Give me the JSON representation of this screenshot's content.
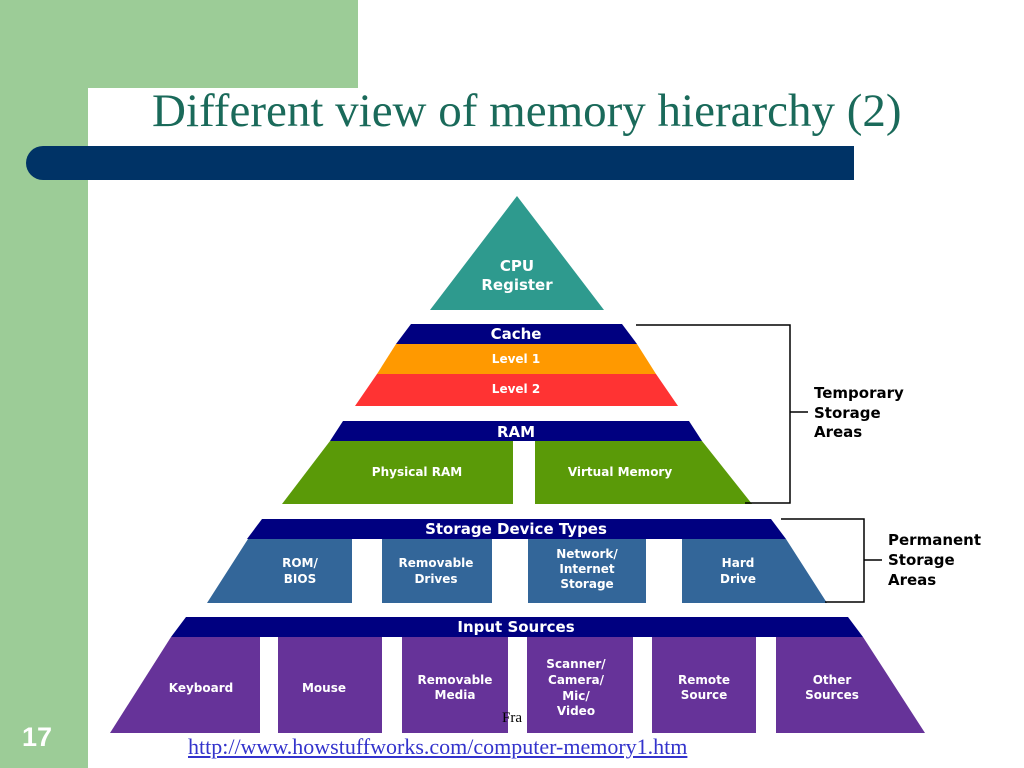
{
  "title": "Different view of memory hierarchy (2)",
  "page_number": "17",
  "footer": {
    "link": "http://www.howstuffworks.com/computer-memory1.htm",
    "fragment": "Fra"
  },
  "pyramid": {
    "cpu": {
      "line1": "CPU",
      "line2": "Register"
    },
    "cache": {
      "header": "Cache",
      "level1": "Level 1",
      "level2": "Level 2"
    },
    "ram": {
      "header": "RAM",
      "physical": "Physical RAM",
      "virtual": "Virtual Memory"
    },
    "storage": {
      "header": "Storage Device Types",
      "rom": [
        "ROM/",
        "BIOS"
      ],
      "removable": [
        "Removable",
        "Drives"
      ],
      "network": [
        "Network/",
        "Internet",
        "Storage"
      ],
      "hard": [
        "Hard",
        "Drive"
      ]
    },
    "input": {
      "header": "Input Sources",
      "keyboard": "Keyboard",
      "mouse": "Mouse",
      "removable": [
        "Removable",
        "Media"
      ],
      "scanner": [
        "Scanner/",
        "Camera/",
        "Mic/",
        "Video"
      ],
      "remote": [
        "Remote",
        "Source"
      ],
      "other": [
        "Other",
        "Sources"
      ]
    }
  },
  "labels": {
    "temporary": [
      "Temporary",
      "Storage",
      "Areas"
    ],
    "permanent": [
      "Permanent",
      "Storage",
      "Areas"
    ]
  },
  "colors": {
    "teal": "#2e9a8e",
    "navy": "#000080",
    "orange": "#ff9900",
    "red": "#ff3333",
    "green": "#5a9a08",
    "blue": "#336699",
    "purple": "#663399"
  }
}
